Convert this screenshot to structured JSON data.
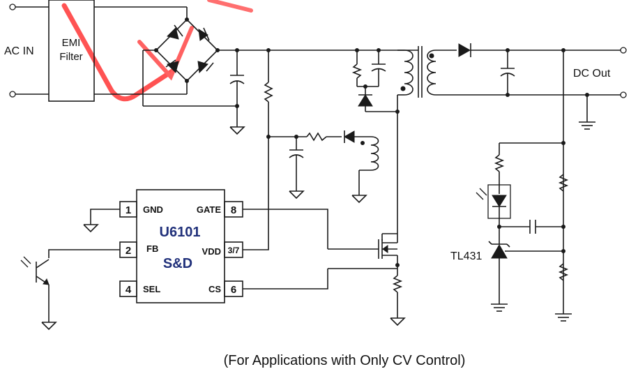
{
  "labels": {
    "ac_in": "AC IN",
    "emi_line1": "EMI",
    "emi_line2": "Filter",
    "dc_out": "DC Out",
    "tl431": "TL431",
    "caption": "(For Applications with Only CV Control)"
  },
  "ic": {
    "part": "U6101",
    "brand": "S&D",
    "pins": {
      "p1": {
        "num": "1",
        "name": "GND"
      },
      "p2": {
        "num": "2",
        "name": "FB"
      },
      "p4": {
        "num": "4",
        "name": "SEL"
      },
      "p8": {
        "num": "8",
        "name": "GATE"
      },
      "p37": {
        "num": "3/7",
        "name": "VDD"
      },
      "p6": {
        "num": "6",
        "name": "CS"
      }
    }
  },
  "colors": {
    "watermark": "#ff3030",
    "brand": "#20307a",
    "wire": "#1a1a1a"
  }
}
